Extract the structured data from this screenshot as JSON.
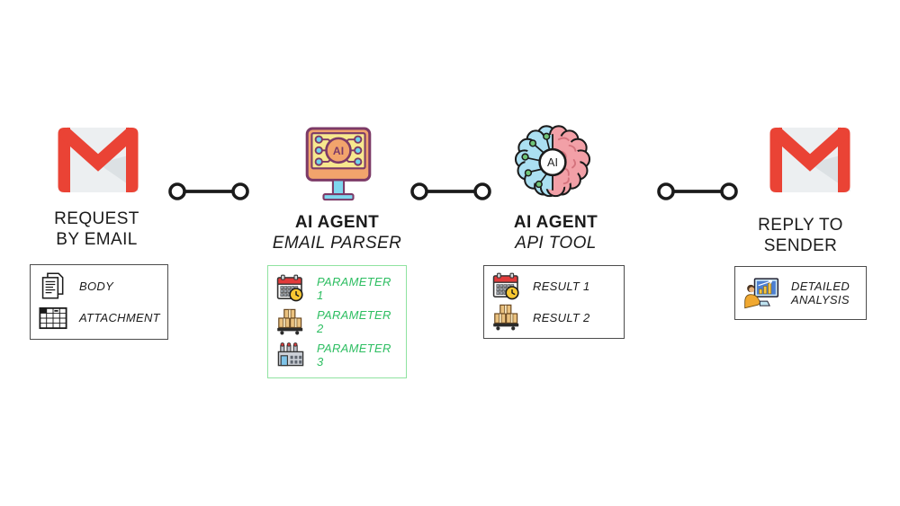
{
  "diagram": {
    "ai_badge": "AI",
    "stations": [
      {
        "name": "request-by-email",
        "label_line1": "REQUEST",
        "label_line2": "BY EMAIL",
        "icon": "gmail-icon",
        "items": [
          {
            "icon": "document-icon",
            "label": "BODY"
          },
          {
            "icon": "spreadsheet-icon",
            "label": "ATTACHMENT"
          }
        ]
      },
      {
        "name": "ai-agent-email-parser",
        "title": "AI AGENT",
        "subtitle": "EMAIL PARSER",
        "icon": "ai-monitor-icon",
        "items": [
          {
            "icon": "calendar-clock-icon",
            "label": "PARAMETER 1"
          },
          {
            "icon": "pallet-boxes-icon",
            "label": "PARAMETER 2"
          },
          {
            "icon": "factory-icon",
            "label": "PARAMETER 3"
          }
        ]
      },
      {
        "name": "ai-agent-api-tool",
        "title": "AI AGENT",
        "subtitle": "API TOOL",
        "icon": "ai-brain-icon",
        "items": [
          {
            "icon": "calendar-clock-icon",
            "label": "RESULT 1"
          },
          {
            "icon": "pallet-boxes-icon",
            "label": "RESULT 2"
          }
        ]
      },
      {
        "name": "reply-to-sender",
        "label_line1": "REPLY TO",
        "label_line2": "SENDER",
        "icon": "gmail-icon",
        "items": [
          {
            "icon": "analyst-chart-icon",
            "label": "DETAILED ANALYSIS"
          }
        ]
      }
    ],
    "colors": {
      "gmail_red": "#EA4335",
      "envelope_gray": "#ECEFF1",
      "parameter_green": "#2EBE62",
      "green_box_border": "#8FE3A0",
      "box_border": "#4C4C4C",
      "monitor_outline_purple": "#7C3A67",
      "monitor_orange": "#F2A46C",
      "monitor_screen_yellow": "#F7E88E",
      "monitor_stand_cyan": "#7FD7EE",
      "brain_left_blue": "#ABE0F2",
      "brain_right_pink": "#F2A0A7",
      "brain_dot_green": "#6FC578",
      "text_dark": "#1B1B1B"
    }
  }
}
